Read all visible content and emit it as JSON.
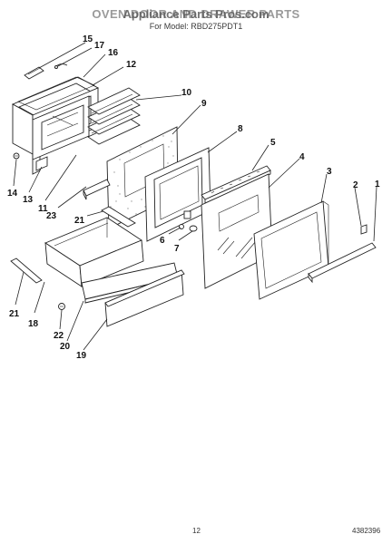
{
  "header": {
    "title_overlay": "Appliance Parts Pros.com",
    "title_underlay": "OVEN DOOR AND DRAWER PARTS",
    "model_line": "For Model: RBD275PDT1"
  },
  "footer": {
    "page_number": "12",
    "doc_code": "4382396"
  },
  "diagram": {
    "callouts": [
      "1",
      "2",
      "3",
      "4",
      "5",
      "6",
      "7",
      "8",
      "9",
      "10",
      "11",
      "12",
      "13",
      "14",
      "15",
      "16",
      "17",
      "18",
      "19",
      "20",
      "21",
      "21",
      "22",
      "23"
    ]
  }
}
